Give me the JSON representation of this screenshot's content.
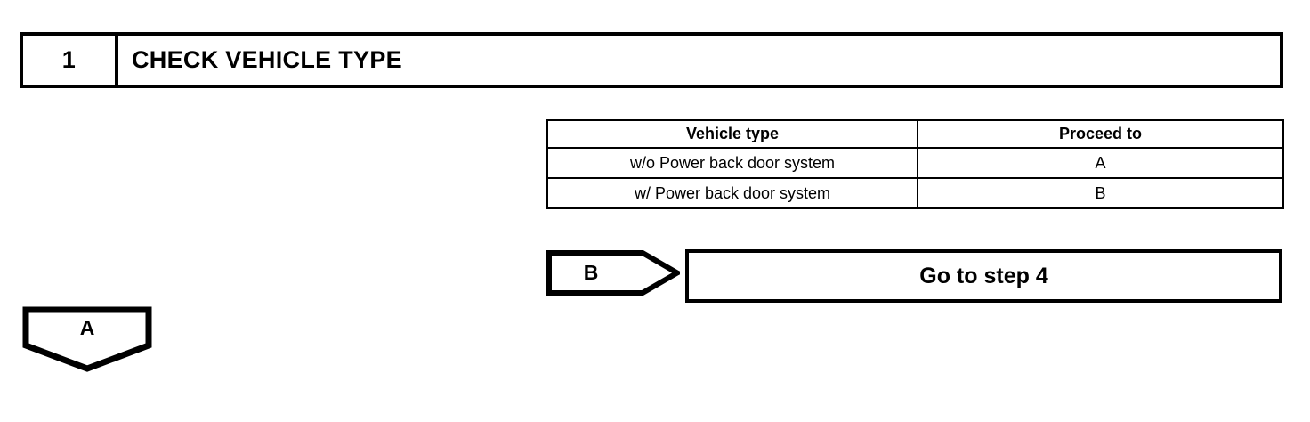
{
  "step_header": {
    "number": "1",
    "title": "CHECK VEHICLE TYPE"
  },
  "decision_table": {
    "columns": [
      "Vehicle type",
      "Proceed to"
    ],
    "rows": [
      [
        "w/o Power back door system",
        "A"
      ],
      [
        "w/ Power back door system",
        "B"
      ]
    ]
  },
  "b_branch": {
    "connector_label": "B",
    "action_label": "Go to step 4"
  },
  "a_branch": {
    "connector_label": "A"
  },
  "colors": {
    "ink": "#000000",
    "paper": "#ffffff"
  }
}
